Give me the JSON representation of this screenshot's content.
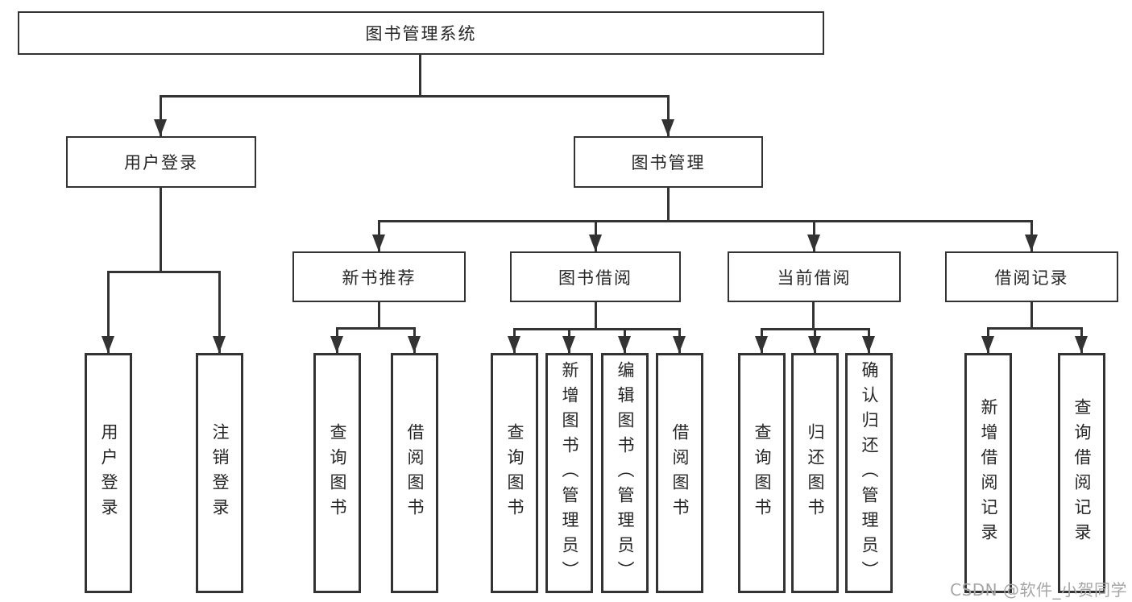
{
  "tree": {
    "root": {
      "label": "图书管理系统"
    },
    "level2": [
      {
        "label": "用户登录"
      },
      {
        "label": "图书管理"
      }
    ],
    "level3": [
      {
        "label": "新书推荐"
      },
      {
        "label": "图书借阅"
      },
      {
        "label": "当前借阅"
      },
      {
        "label": "借阅记录"
      }
    ],
    "leaves": {
      "user_login": [
        "用户登录",
        "注销登录"
      ],
      "new_book_recommend": [
        "查询图书",
        "借阅图书"
      ],
      "book_borrowing": [
        "查询图书",
        "新增图书（管理员）",
        "编辑图书（管理员）",
        "借阅图书"
      ],
      "current_borrowing": [
        "查询图书",
        "归还图书",
        "确认归还（管理员）"
      ],
      "borrowing_records": [
        "新增借阅记录",
        "查询借阅记录"
      ]
    }
  },
  "watermark": {
    "text": "CSDN @软件_小贺同学"
  },
  "colors": {
    "line": "#333333",
    "text": "#262626",
    "background": "#ffffff",
    "watermark": "#a6a6a6"
  }
}
